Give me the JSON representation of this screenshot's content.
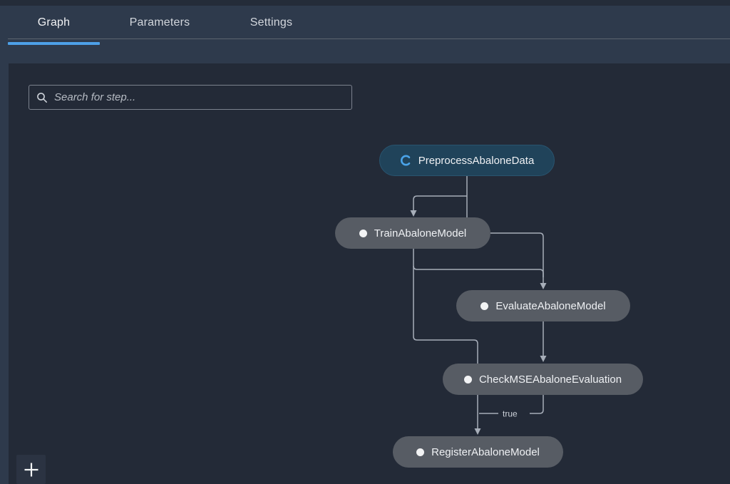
{
  "tabs": [
    {
      "label": "Graph",
      "active": true
    },
    {
      "label": "Parameters",
      "active": false
    },
    {
      "label": "Settings",
      "active": false
    }
  ],
  "search": {
    "placeholder": "Search for step..."
  },
  "graph": {
    "nodes": [
      {
        "label": "PreprocessAbaloneData",
        "status": "running",
        "icon": "spinner-icon"
      },
      {
        "label": "TrainAbaloneModel",
        "status": "pending",
        "icon": "dot-icon"
      },
      {
        "label": "EvaluateAbaloneModel",
        "status": "pending",
        "icon": "dot-icon"
      },
      {
        "label": "CheckMSEAbaloneEvaluation",
        "status": "pending",
        "icon": "dot-icon"
      },
      {
        "label": "RegisterAbaloneModel",
        "status": "pending",
        "icon": "dot-icon"
      }
    ],
    "edges": [
      {
        "from": "PreprocessAbaloneData",
        "to": "TrainAbaloneModel",
        "label": ""
      },
      {
        "from": "TrainAbaloneModel",
        "to": "EvaluateAbaloneModel",
        "label": ""
      },
      {
        "from": "EvaluateAbaloneModel",
        "to": "CheckMSEAbaloneEvaluation",
        "label": ""
      },
      {
        "from": "TrainAbaloneModel",
        "to": "CheckMSEAbaloneEvaluation",
        "label": ""
      },
      {
        "from": "CheckMSEAbaloneEvaluation",
        "to": "RegisterAbaloneModel",
        "label": "true"
      }
    ],
    "edge_label": "true"
  },
  "controls": {
    "zoom_in": "+"
  },
  "colors": {
    "accent_blue": "#4da0e8",
    "tab_bar_bg": "#2e3a4c",
    "canvas_bg": "#232a37",
    "node_pending_bg": "#575c64",
    "node_running_bg": "#20435a",
    "edge_color": "#a7aeb9",
    "spinner_blue": "#4aa3e8"
  }
}
